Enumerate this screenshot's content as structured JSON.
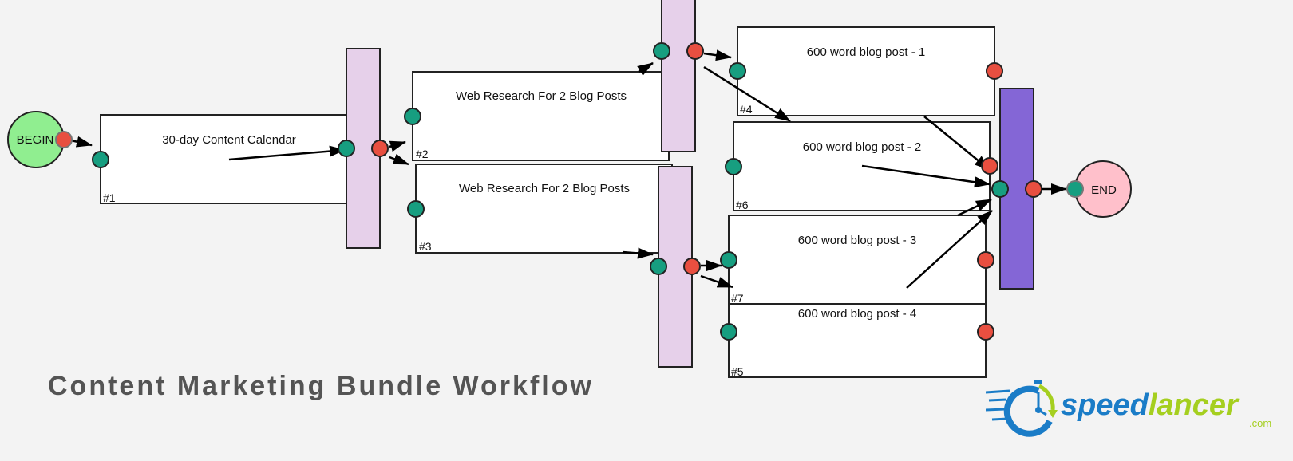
{
  "title": "Content Marketing Bundle Workflow",
  "colors": {
    "background": "#f3f3f3",
    "begin_fill": "#90ee90",
    "end_fill": "#ffc0cb",
    "sync_bar": "#e6d0ea",
    "final_bar": "#8466d6",
    "input_port": "#179e80",
    "output_port": "#e84f40",
    "logo_blue": "#1a7cc7",
    "logo_green": "#a5cf1f"
  },
  "nodes": {
    "begin": "BEGIN",
    "end": "END"
  },
  "tasks": [
    {
      "id": "#1",
      "label": "30-day Content Calendar"
    },
    {
      "id": "#2",
      "label": "Web Research For 2 Blog Posts"
    },
    {
      "id": "#3",
      "label": "Web Research For 2 Blog Posts"
    },
    {
      "id": "#4",
      "label": "600 word blog post - 1"
    },
    {
      "id": "#6",
      "label": "600 word blog post - 2"
    },
    {
      "id": "#7",
      "label": "600 word blog post - 3"
    },
    {
      "id": "#5",
      "label": "600 word blog post - 4"
    }
  ],
  "logo": {
    "speed": "speed",
    "lancer": "lancer",
    "domain": ".com"
  }
}
